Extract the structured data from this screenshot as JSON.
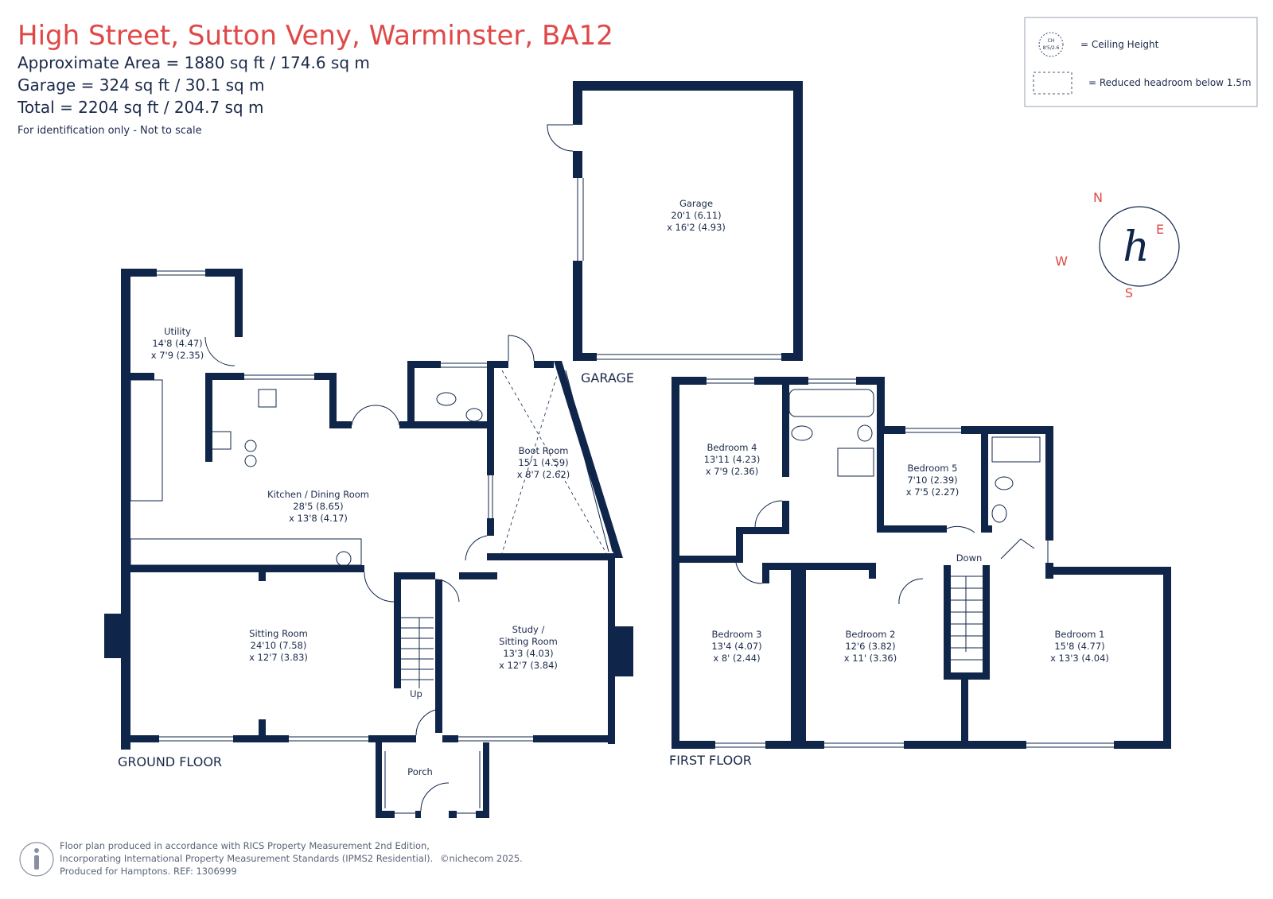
{
  "header": {
    "title": "High Street, Sutton Veny, Warminster, BA12",
    "area_lines": [
      "Approximate Area = 1880 sq ft / 174.6 sq m",
      "Garage = 324 sq ft / 30.1 sq m",
      "Total = 2204 sq ft / 204.7 sq m"
    ],
    "note": "For identification only - Not to scale"
  },
  "legend": {
    "ceiling_badge_top": "CH",
    "ceiling_badge_value": "8'5/2.6",
    "ceiling_label": "= Ceiling Height",
    "reduced_label": "= Reduced headroom below 1.5m"
  },
  "compass": {
    "n": "N",
    "e": "E",
    "s": "S",
    "w": "W",
    "logo": "h"
  },
  "floors": {
    "ground": "GROUND FLOOR",
    "first": "FIRST FLOOR",
    "garage": "GARAGE"
  },
  "rooms": {
    "garage": {
      "name": "Garage",
      "d1": "20'1 (6.11)",
      "d2": "x 16'2 (4.93)"
    },
    "utility": {
      "name": "Utility",
      "d1": "14'8 (4.47)",
      "d2": "x 7'9 (2.35)"
    },
    "kitchen": {
      "name": "Kitchen / Dining Room",
      "d1": "28'5 (8.65)",
      "d2": "x 13'8 (4.17)"
    },
    "boot": {
      "name": "Boot Room",
      "d1": "15'1 (4.59)",
      "d2": "x 8'7 (2.62)"
    },
    "sitting": {
      "name": "Sitting Room",
      "d1": "24'10 (7.58)",
      "d2": "x 12'7 (3.83)"
    },
    "study_a": "Study /",
    "study": {
      "name": "Sitting Room",
      "d1": "13'3 (4.03)",
      "d2": "x 12'7 (3.84)"
    },
    "porch": "Porch",
    "up": "Up",
    "bed4": {
      "name": "Bedroom 4",
      "d1": "13'11 (4.23)",
      "d2": "x 7'9 (2.36)"
    },
    "bed5": {
      "name": "Bedroom 5",
      "d1": "7'10 (2.39)",
      "d2": "x 7'5 (2.27)"
    },
    "bed3": {
      "name": "Bedroom 3",
      "d1": "13'4 (4.07)",
      "d2": "x 8' (2.44)"
    },
    "bed2": {
      "name": "Bedroom 2",
      "d1": "12'6 (3.82)",
      "d2": "x 11' (3.36)"
    },
    "bed1": {
      "name": "Bedroom 1",
      "d1": "15'8 (4.77)",
      "d2": "x 13'3 (4.04)"
    },
    "down": "Down"
  },
  "footer": {
    "line1": "Floor plan produced in accordance with RICS Property Measurement 2nd Edition,",
    "line2": "Incorporating International Property Measurement Standards (IPMS2 Residential).",
    "line3": "Produced for Hamptons.   REF: 1306999",
    "copyright": "©nichecom 2025.",
    "icon": "info-person-icon"
  },
  "colors": {
    "title_red": "#e04848",
    "wall_navy": "#0f2549",
    "text_navy": "#1b2a4a"
  }
}
